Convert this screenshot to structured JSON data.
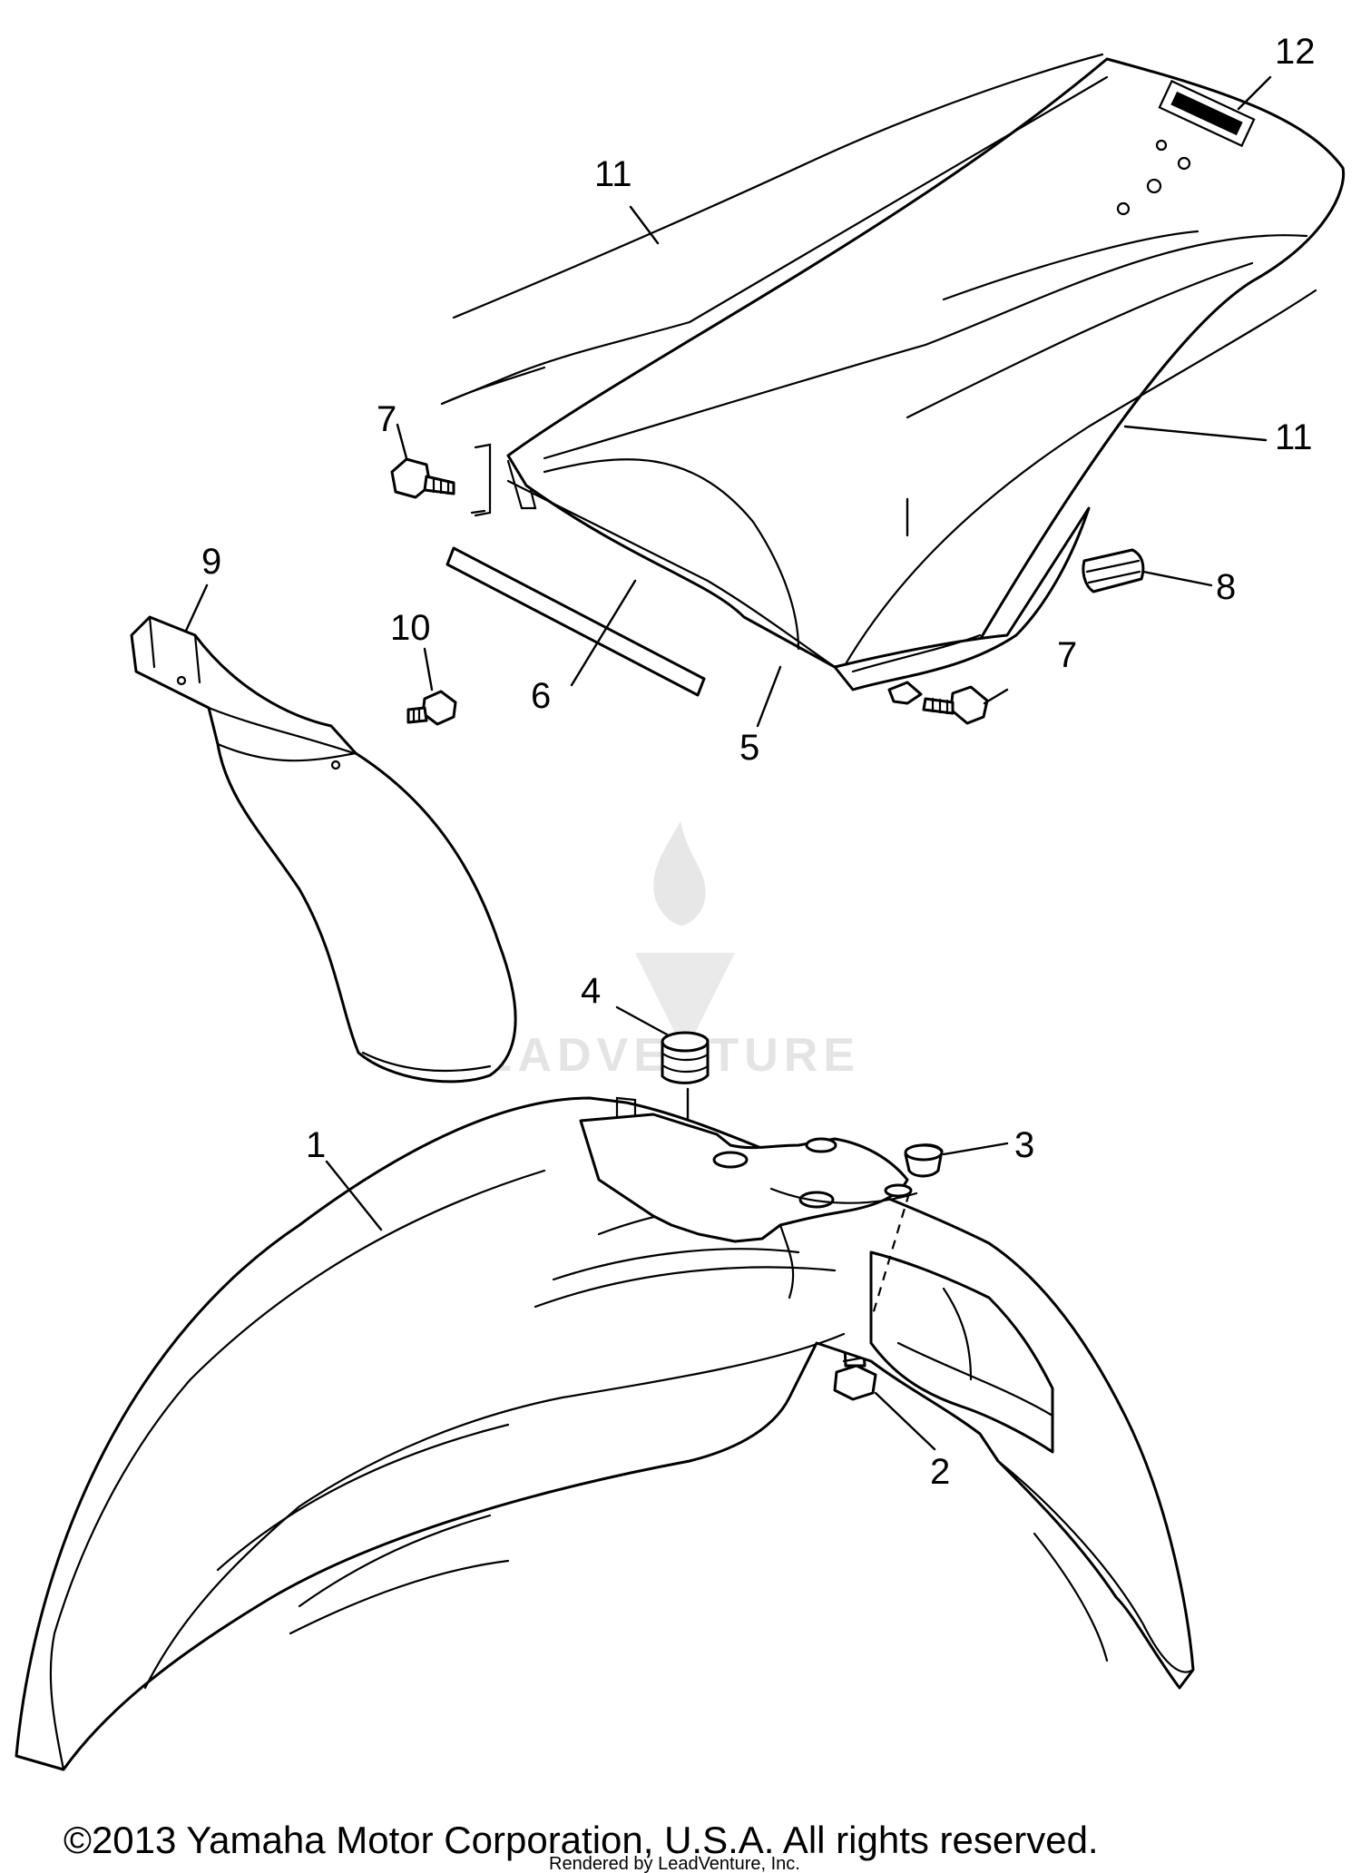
{
  "diagram": {
    "callouts": {
      "c1": "1",
      "c2": "2",
      "c3": "3",
      "c4": "4",
      "c5": "5",
      "c6": "6",
      "c7a": "7",
      "c7b": "7",
      "c8": "8",
      "c9": "9",
      "c10": "10",
      "c11a": "11",
      "c11b": "11",
      "c12": "12"
    },
    "watermark": "LEADVENTURE",
    "copyright": "©2013 Yamaha Motor Corporation, U.S.A. All rights reserved.",
    "rendered_by": "Rendered by LeadVenture, Inc."
  }
}
